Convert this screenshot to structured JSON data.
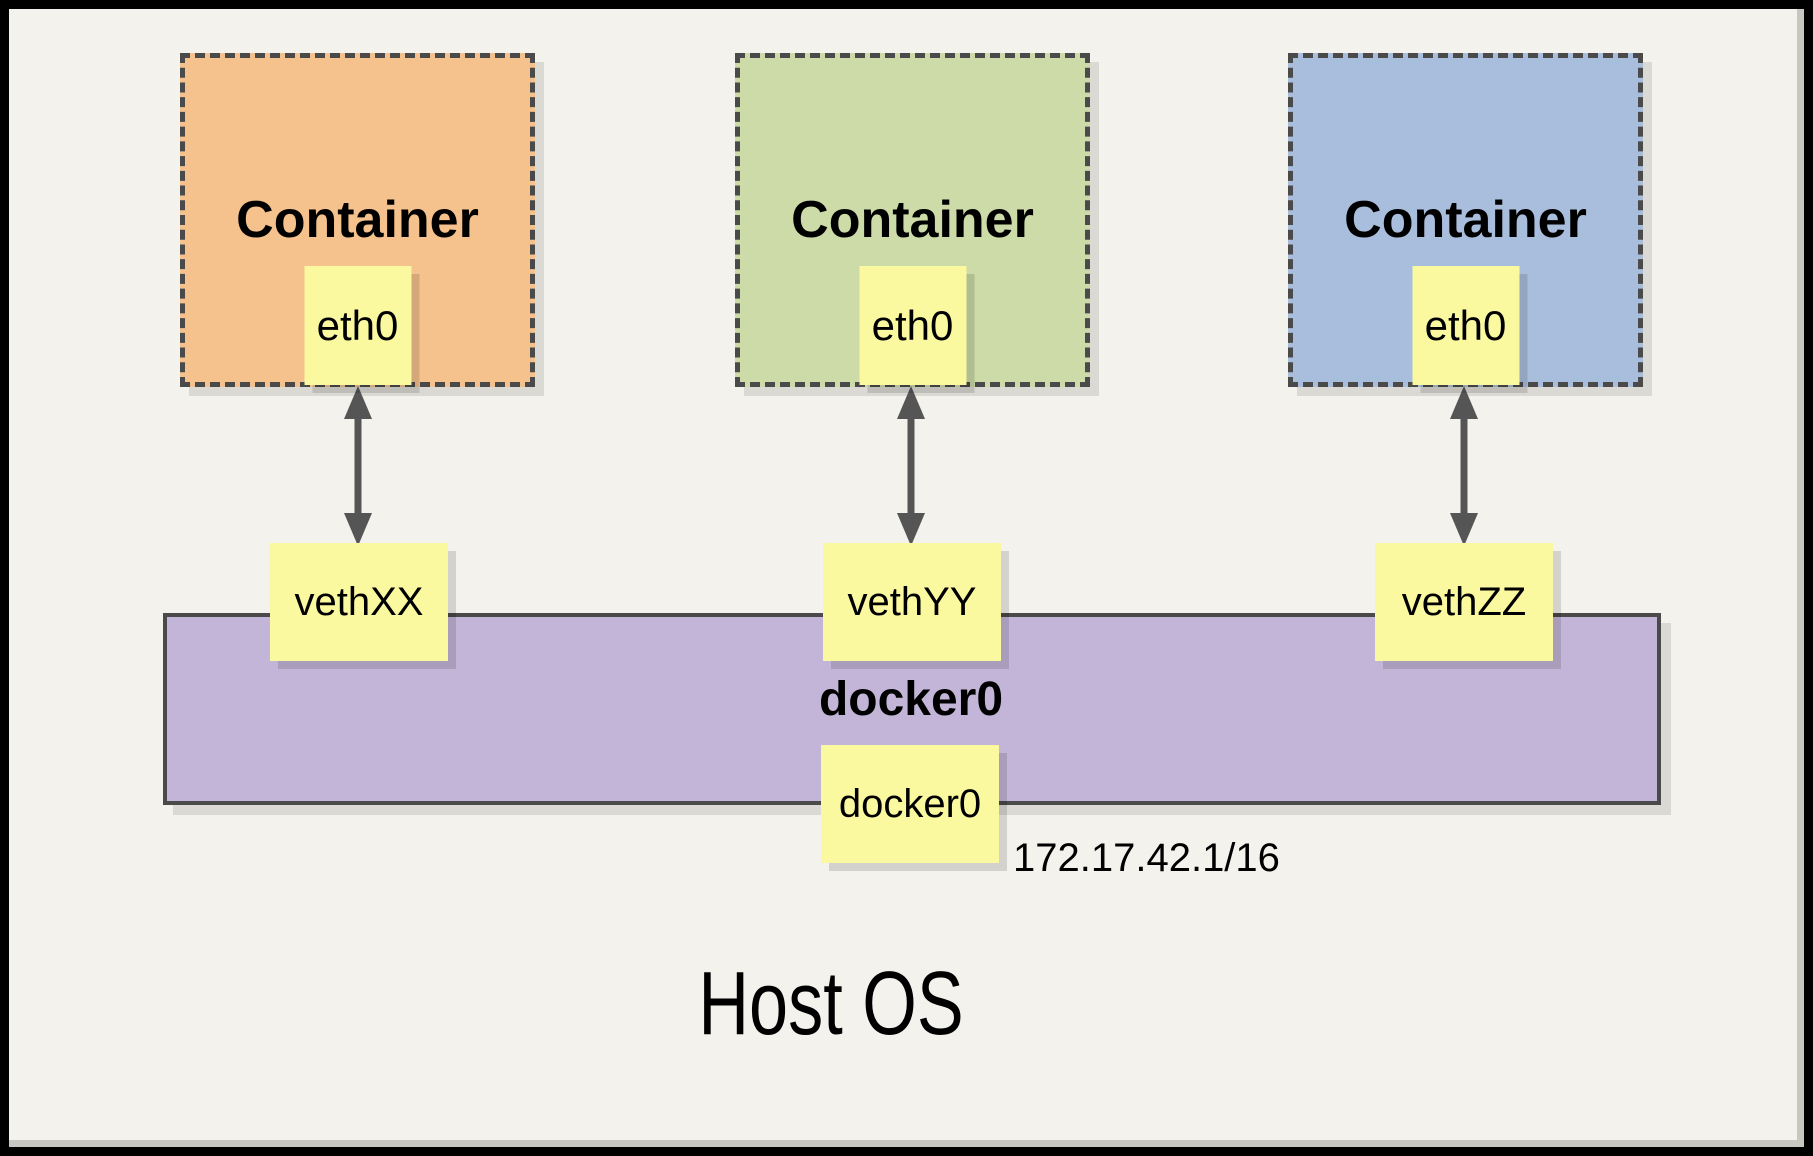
{
  "containers": [
    {
      "label": "Container",
      "eth_label": "eth0",
      "veth_label": "vethXX",
      "fill": "#f5c28d"
    },
    {
      "label": "Container",
      "eth_label": "eth0",
      "veth_label": "vethYY",
      "fill": "#ccdba7"
    },
    {
      "label": "Container",
      "eth_label": "eth0",
      "veth_label": "vethZZ",
      "fill": "#a9bedc"
    }
  ],
  "bridge": {
    "name_label": "docker0",
    "interface_box_label": "docker0",
    "ip_label": "172.17.42.1/16",
    "fill": "#c3b5d7"
  },
  "host_label": "Host OS",
  "colors": {
    "background": "#f4f2ec",
    "note_yellow": "#fbf9a0",
    "line_gray": "#4a4a4a",
    "arrow_gray": "#555555"
  }
}
